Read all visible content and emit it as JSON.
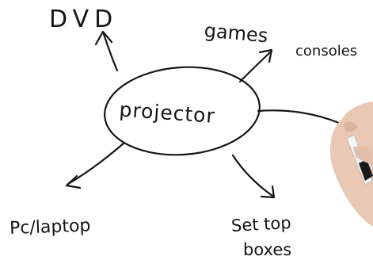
{
  "diagram": {
    "center": {
      "label": "projector"
    },
    "branches": [
      {
        "id": "dvd",
        "label": "DVD"
      },
      {
        "id": "games-consoles",
        "label_line1": "games",
        "label_line2": "consoles"
      },
      {
        "id": "pc-laptop",
        "label": "Pc/laptop"
      },
      {
        "id": "set-top-boxes",
        "label_line1": "Set top",
        "label_line2": "boxes"
      }
    ]
  },
  "colors": {
    "ink": "#151515",
    "skin": "#e9c8b4",
    "marker_body": "#f4f4f4",
    "marker_cap": "#1a1a1a",
    "background": "#ffffff"
  }
}
